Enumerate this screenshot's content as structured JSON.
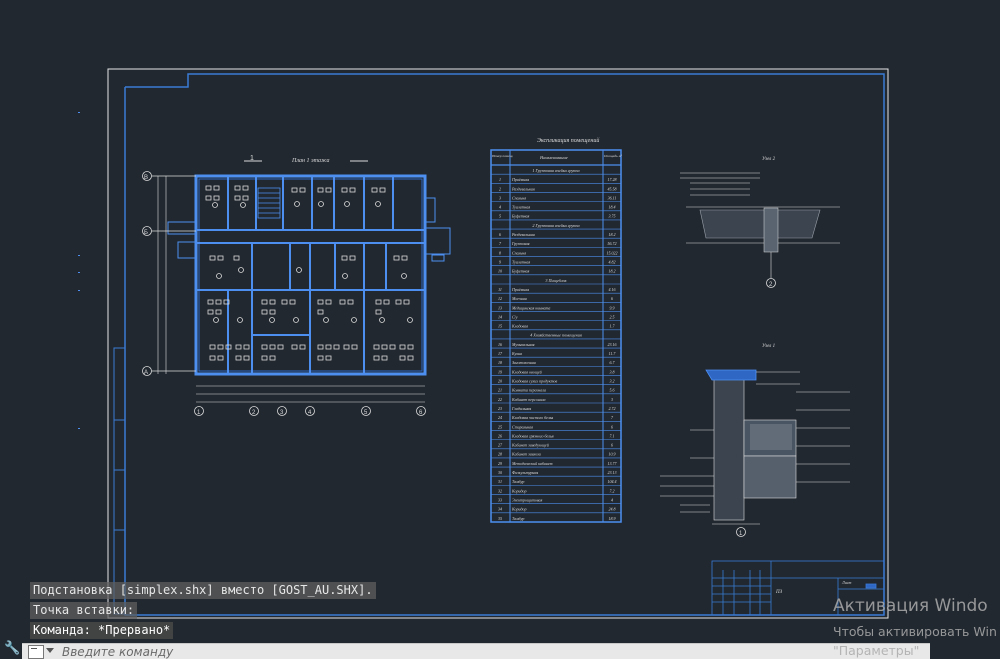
{
  "command_history": [
    "Подстановка [simplex.shx] вместо [GOST_AU.SHX].",
    "Точка вставки:",
    "Команда: *Прервано*"
  ],
  "command_input": {
    "placeholder": "Введите команду"
  },
  "activation": {
    "title": "Активация Windo",
    "line1": "Чтобы активировать Win",
    "line2": "\"Параметры\""
  },
  "drawing": {
    "floor_plan_title": "План 1 этажа",
    "floor_plan_marker": "1",
    "table_title": "Экспликация помещений",
    "table_header": [
      "Номер помещ.",
      "Наименование",
      "Площадь м²"
    ],
    "table_rows": [
      {
        "n": "",
        "name": "1 Групповая ячейка группа",
        "area": "",
        "section": true
      },
      {
        "n": "1",
        "name": "Приёмная",
        "area": "17.28"
      },
      {
        "n": "2",
        "name": "Раздевальная",
        "area": "45.58"
      },
      {
        "n": "3",
        "name": "Спальня",
        "area": "36.11"
      },
      {
        "n": "4",
        "name": "Туалетная",
        "area": "18.4"
      },
      {
        "n": "5",
        "name": "Буфетная",
        "area": "3.75"
      },
      {
        "n": "",
        "name": "2 Групповая ячейка группа",
        "area": "",
        "section": true
      },
      {
        "n": "6",
        "name": "Раздевальная",
        "area": "18.2"
      },
      {
        "n": "7",
        "name": "Групповая",
        "area": "56.72"
      },
      {
        "n": "8",
        "name": "Спальня",
        "area": "15.022"
      },
      {
        "n": "9",
        "name": "Туалетная",
        "area": "4.82"
      },
      {
        "n": "10",
        "name": "Буфетная",
        "area": "18.2"
      },
      {
        "n": "",
        "name": "3 Пищеблок",
        "area": "",
        "section": true
      },
      {
        "n": "11",
        "name": "Приёмная",
        "area": "4.16"
      },
      {
        "n": "12",
        "name": "Моечная",
        "area": "6"
      },
      {
        "n": "13",
        "name": "Медицинская комната",
        "area": "9.9"
      },
      {
        "n": "14",
        "name": "С/у",
        "area": "2.5"
      },
      {
        "n": "15",
        "name": "Кладовая",
        "area": "1.7"
      },
      {
        "n": "",
        "name": "4 Хозяйственные помещения",
        "area": "",
        "section": true
      },
      {
        "n": "16",
        "name": "Музыкальная",
        "area": "23.16"
      },
      {
        "n": "17",
        "name": "Кухня",
        "area": "11.7"
      },
      {
        "n": "18",
        "name": "Заготовочная",
        "area": "6.7"
      },
      {
        "n": "19",
        "name": "Кладовая овощей",
        "area": "3.8"
      },
      {
        "n": "20",
        "name": "Кладовая сухих продуктов",
        "area": "3.2"
      },
      {
        "n": "21",
        "name": "Комната персонала",
        "area": "5.6"
      },
      {
        "n": "22",
        "name": "Кабинет персонала",
        "area": "3"
      },
      {
        "n": "23",
        "name": "Гладильная",
        "area": "2.72"
      },
      {
        "n": "24",
        "name": "Кладовая чистого белья",
        "area": "7"
      },
      {
        "n": "25",
        "name": "Стиральная",
        "area": "6"
      },
      {
        "n": "26",
        "name": "Кладовая грязного белья",
        "area": "7.1"
      },
      {
        "n": "27",
        "name": "Кабинет заведующей",
        "area": "6"
      },
      {
        "n": "28",
        "name": "Кабинет завхоза",
        "area": "10.9"
      },
      {
        "n": "29",
        "name": "Методический кабинет",
        "area": "13.77"
      },
      {
        "n": "30",
        "name": "Физкультурная",
        "area": "23.13"
      },
      {
        "n": "31",
        "name": "Тамбур",
        "area": "104.4"
      },
      {
        "n": "32",
        "name": "Коридор",
        "area": "7.2"
      },
      {
        "n": "33",
        "name": "Электрощитовая",
        "area": "4"
      },
      {
        "n": "34",
        "name": "Коридор",
        "area": "24.8"
      },
      {
        "n": "35",
        "name": "Тамбур",
        "area": "18.9"
      }
    ],
    "node2_title": "Узел 2",
    "node1_title": "Узел 1",
    "marker_node2": "2",
    "marker_node1": "1",
    "axes_rows": [
      "В",
      "Б",
      "А"
    ],
    "axes_cols": [
      "1",
      "2",
      "3",
      "4",
      "5",
      "6"
    ],
    "title_block_code": "ПЗ",
    "title_block_sheet": "Лист",
    "colors": {
      "background": "#212830",
      "sheet_border": "#e6e6e6",
      "frame": "#3a7bd5",
      "plan_lines": "#4d8ff0",
      "text": "#dcdcdc"
    }
  }
}
